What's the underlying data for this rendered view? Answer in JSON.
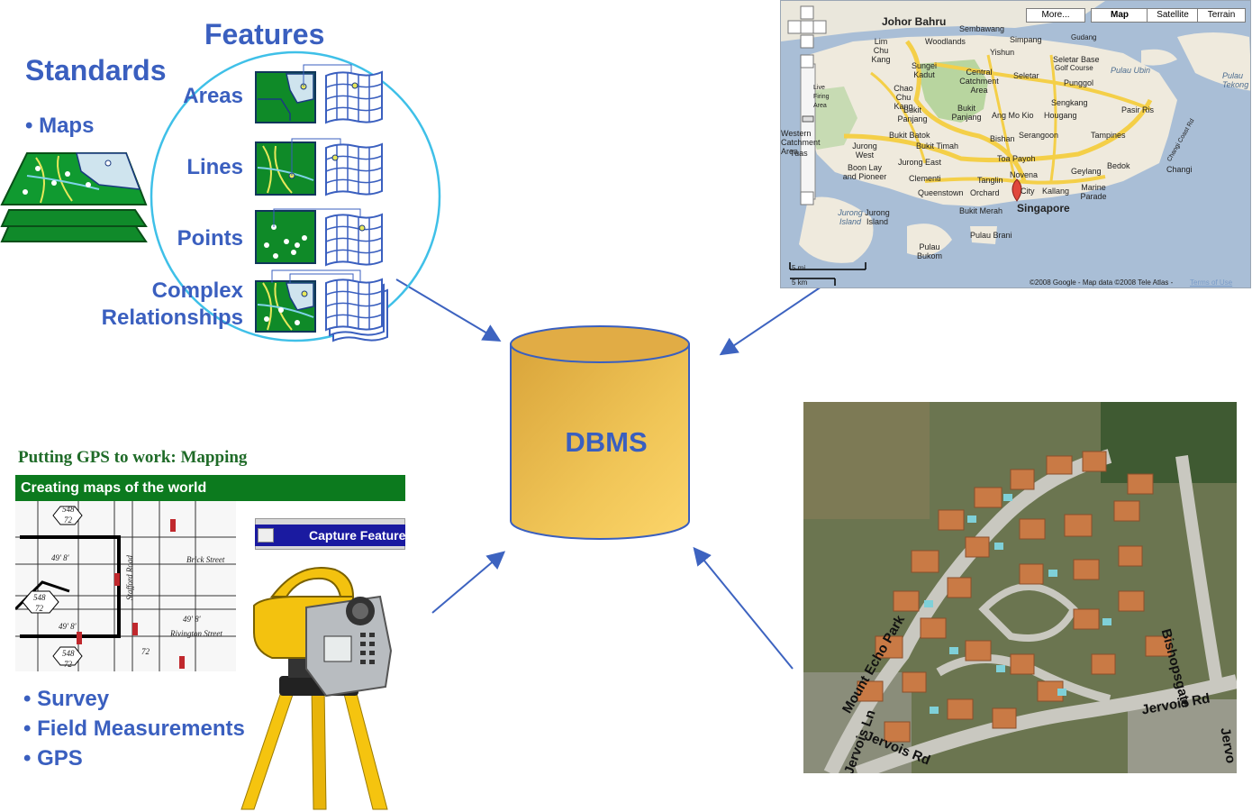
{
  "standards": {
    "title": "Standards",
    "bullets": [
      "• Maps"
    ]
  },
  "features": {
    "title": "Features",
    "items": [
      "Areas",
      "Lines",
      "Points",
      "Complex Relationships"
    ]
  },
  "dbms": {
    "label": "DBMS"
  },
  "map": {
    "buttons": [
      "More...",
      "Map",
      "Satellite",
      "Terrain"
    ],
    "selected": "Map",
    "place_labels": [
      "Johor Bahru",
      "Sembawang",
      "Simpang",
      "Lim Chu Kang",
      "Woodlands",
      "Yishun",
      "Seletar Base",
      "Gudang",
      "Pulau Ubin",
      "Pulau Tekong",
      "Sungei Kadut",
      "Central Catchment Area",
      "Seletar",
      "Golf Course",
      "Punggol",
      "Chao Chu Kang",
      "Live Firing Area",
      "Sengkang",
      "Pasir Ris",
      "Bukit Panjang",
      "Bukit Panjang",
      "Ang Mo Kio",
      "Hougang",
      "Changi Coast Rd",
      "Western Catchment Area",
      "Bukit Batok",
      "Bishan",
      "Serangoon",
      "Tampines",
      "Jurong West",
      "Bukit Timah",
      "Toa Payoh",
      "Bedok",
      "Tuas",
      "Boon Lay and Pioneer",
      "Jurong East",
      "Novena",
      "Geylang",
      "Changi",
      "Clementi",
      "Tanglin",
      "Queenstown",
      "Orchard",
      "City",
      "Kallang",
      "Marine Parade",
      "Jurong Island",
      "Jurong Island",
      "Bukit Merah",
      "Singapore",
      "Pulau Brani",
      "Pulau Bukom"
    ],
    "scale": [
      "5 mi",
      "5 km"
    ],
    "copyright": "©2008 Google - Map data ©2008 Tele Atlas -",
    "terms": "Terms of Use"
  },
  "aerial": {
    "roads": [
      "Bishopsgate",
      "Mount Echo Park",
      "Jervois Rd",
      "Jervois Ln",
      "Jervois Rd",
      "Jervo"
    ]
  },
  "gps": {
    "title": "Putting GPS to work: Mapping",
    "subtitle": "Creating maps of the world",
    "capture": "Capture Feature",
    "map_labels": [
      "548",
      "72",
      "49' 8'",
      "Brick Street",
      "548",
      "72",
      "49' 8'",
      "49' 8'",
      "Rivington Street",
      "72",
      "548",
      "72",
      "Stafford Road"
    ],
    "bullets": [
      "• Survey",
      "• Field Measurements",
      "• GPS"
    ]
  },
  "colors": {
    "accent_blue": "#3a5fbf",
    "circle": "#3fc0e8",
    "dbms_fill": "#e9b646",
    "gps_green": "#0c7a1e",
    "tripod_yellow": "#f5c40f"
  }
}
